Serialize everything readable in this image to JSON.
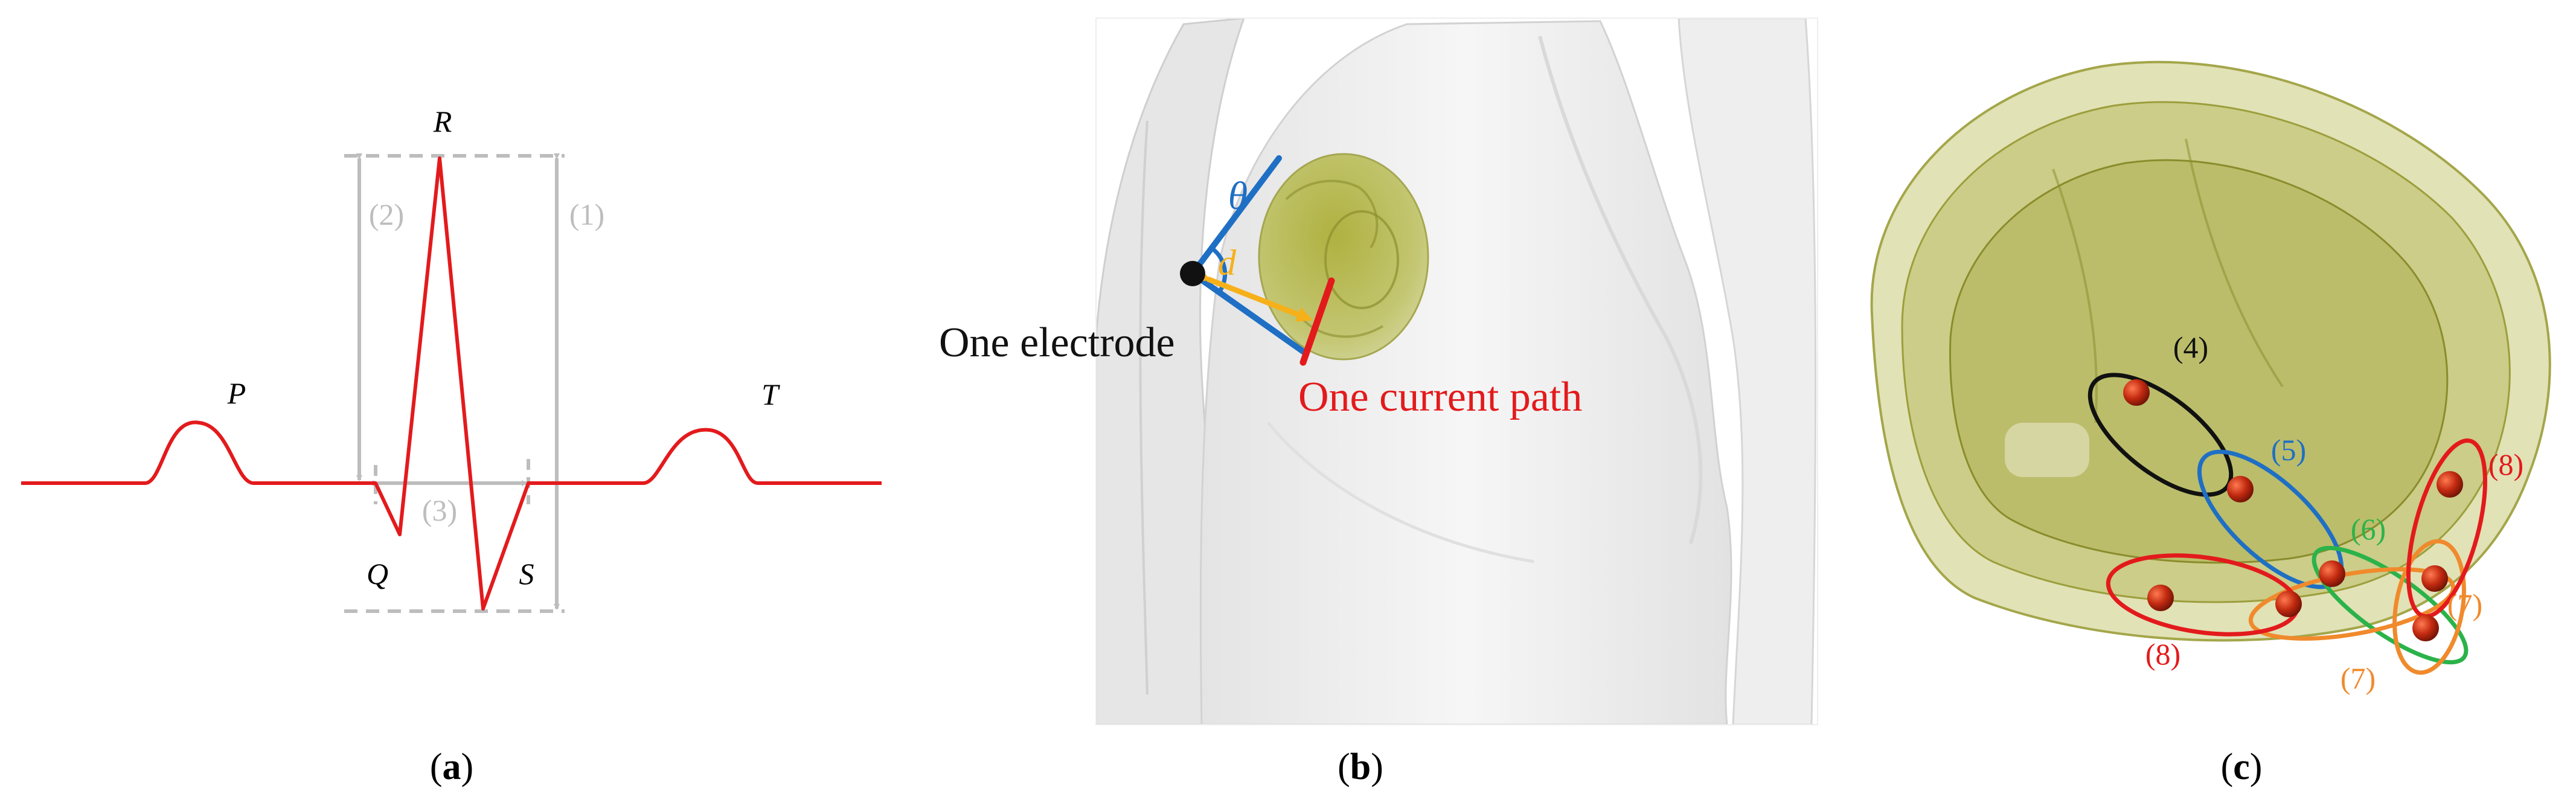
{
  "panel_a": {
    "waves": {
      "p": "P",
      "q": "Q",
      "r": "R",
      "s": "S",
      "t": "T"
    },
    "measures": {
      "m1": "(1)",
      "m2": "(2)",
      "m3": "(3)"
    },
    "caption_open": "(",
    "caption_letter": "a",
    "caption_close": ")"
  },
  "panel_b": {
    "angle_label": "θ",
    "distance_label": "d",
    "electrode_label": "One electrode",
    "current_label": "One current path",
    "caption_open": "(",
    "caption_letter": "b",
    "caption_close": ")"
  },
  "panel_c": {
    "group_labels": [
      "(4)",
      "(5)",
      "(6)",
      "(7)",
      "(7)",
      "(8)",
      "(8)"
    ],
    "caption_open": "(",
    "caption_letter": "c",
    "caption_close": ")"
  },
  "colors": {
    "ecg": "#e31a1c",
    "guide": "#bdbdbd",
    "blue": "#1f6fc4",
    "orange": "#f6b01a",
    "red": "#e31a1c",
    "black": "#111111",
    "green": "#2bb34a",
    "amber": "#f08a2c",
    "heart": "#a8ac3a"
  }
}
